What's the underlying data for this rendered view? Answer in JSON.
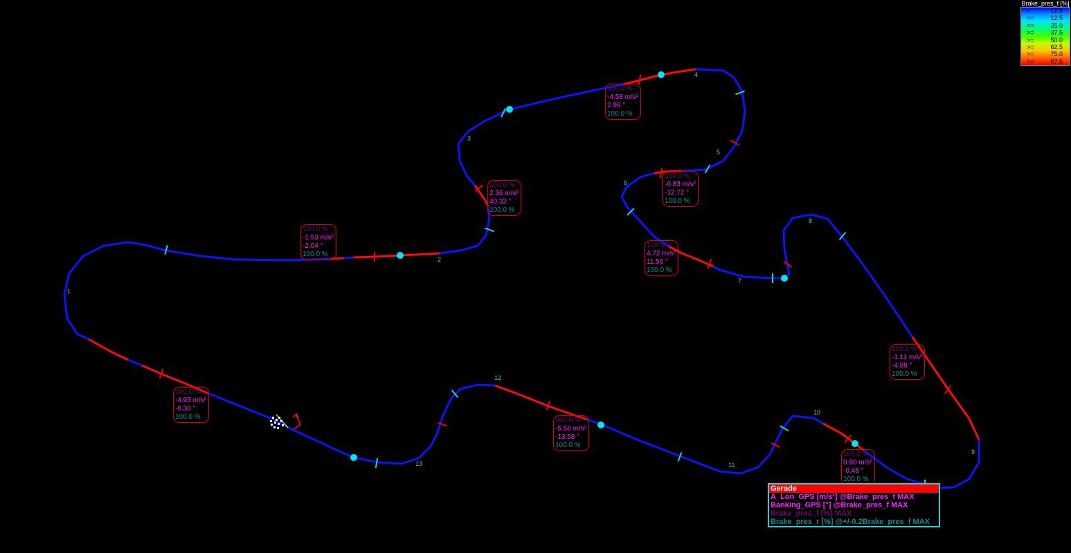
{
  "color_scale": {
    "title": "Brake_pres_f [%]",
    "entries": [
      {
        "op": "<",
        "value": "12.5"
      },
      {
        "op": ">=",
        "value": "12.5"
      },
      {
        "op": ">=",
        "value": "25.0"
      },
      {
        "op": ">=",
        "value": "37.5"
      },
      {
        "op": ">=",
        "value": "50.0"
      },
      {
        "op": ">=",
        "value": "62.5"
      },
      {
        "op": ">=",
        "value": "75.0"
      },
      {
        "op": ">=",
        "value": "87.5"
      }
    ]
  },
  "channel_legend": {
    "header": "Gerade",
    "rows": [
      {
        "label": "A_Lon_GPS [m/s²] @Brake_pres_f MAX",
        "color": "#ff22ff"
      },
      {
        "label": "Banking_GPS [°] @Brake_pres_f MAX",
        "color": "#ff22ff"
      },
      {
        "label": "Brake_pres_f [%] MAX",
        "color": "#6a0f6a"
      },
      {
        "label": "Brake_pres_r [%] @+/-0.2Brake_pres_f MAX",
        "color": "#0e8f8f"
      }
    ]
  },
  "colors": {
    "track_low": "#0a14ff",
    "track_high": "#ff0a0a",
    "sector_marker": "#1fd6d6",
    "brake_marker": "#ff0000",
    "dot": "#00e6f0"
  },
  "turns": [
    "1",
    "2",
    "3",
    "4",
    "5",
    "6",
    "7",
    "8",
    "9",
    "10",
    "11",
    "12",
    "13"
  ],
  "callouts": [
    {
      "id": "c1",
      "brake_f": "100.0 %",
      "a_lon": "-1.53 m/s²",
      "banking": "-2.04 °",
      "brake_r": "100.0 %"
    },
    {
      "id": "c2",
      "brake_f": "100.0 %",
      "a_lon": "2.36 m/s²",
      "banking": "40.32 °",
      "brake_r": "100.0 %"
    },
    {
      "id": "c3",
      "brake_f": "100.0 %",
      "a_lon": "-4.58 m/s²",
      "banking": "2.96 °",
      "brake_r": "100.0 %"
    },
    {
      "id": "c4",
      "brake_f": "100.0 %",
      "a_lon": "-0.83 m/s²",
      "banking": "-12.72 °",
      "brake_r": "100.0 %"
    },
    {
      "id": "c5",
      "brake_f": "100.0 %",
      "a_lon": "4.72 m/s²",
      "banking": "11.56 °",
      "brake_r": "100.0 %"
    },
    {
      "id": "c6",
      "brake_f": "100.0 %",
      "a_lon": "-1.11 m/s²",
      "banking": "-4.88 °",
      "brake_r": "100.0 %"
    },
    {
      "id": "c7",
      "brake_f": "100.0 %",
      "a_lon": "0.90 m/s²",
      "banking": "-0.48 °",
      "brake_r": "100.0 %"
    },
    {
      "id": "c8",
      "brake_f": "100.0 %",
      "a_lon": "-5.56 m/s²",
      "banking": "-13.58 °",
      "brake_r": "100.0 %"
    },
    {
      "id": "c9",
      "brake_f": "100.0 %",
      "a_lon": "-4.93 m/s²",
      "banking": "-6.30 °",
      "brake_r": "100.0 %"
    }
  ]
}
